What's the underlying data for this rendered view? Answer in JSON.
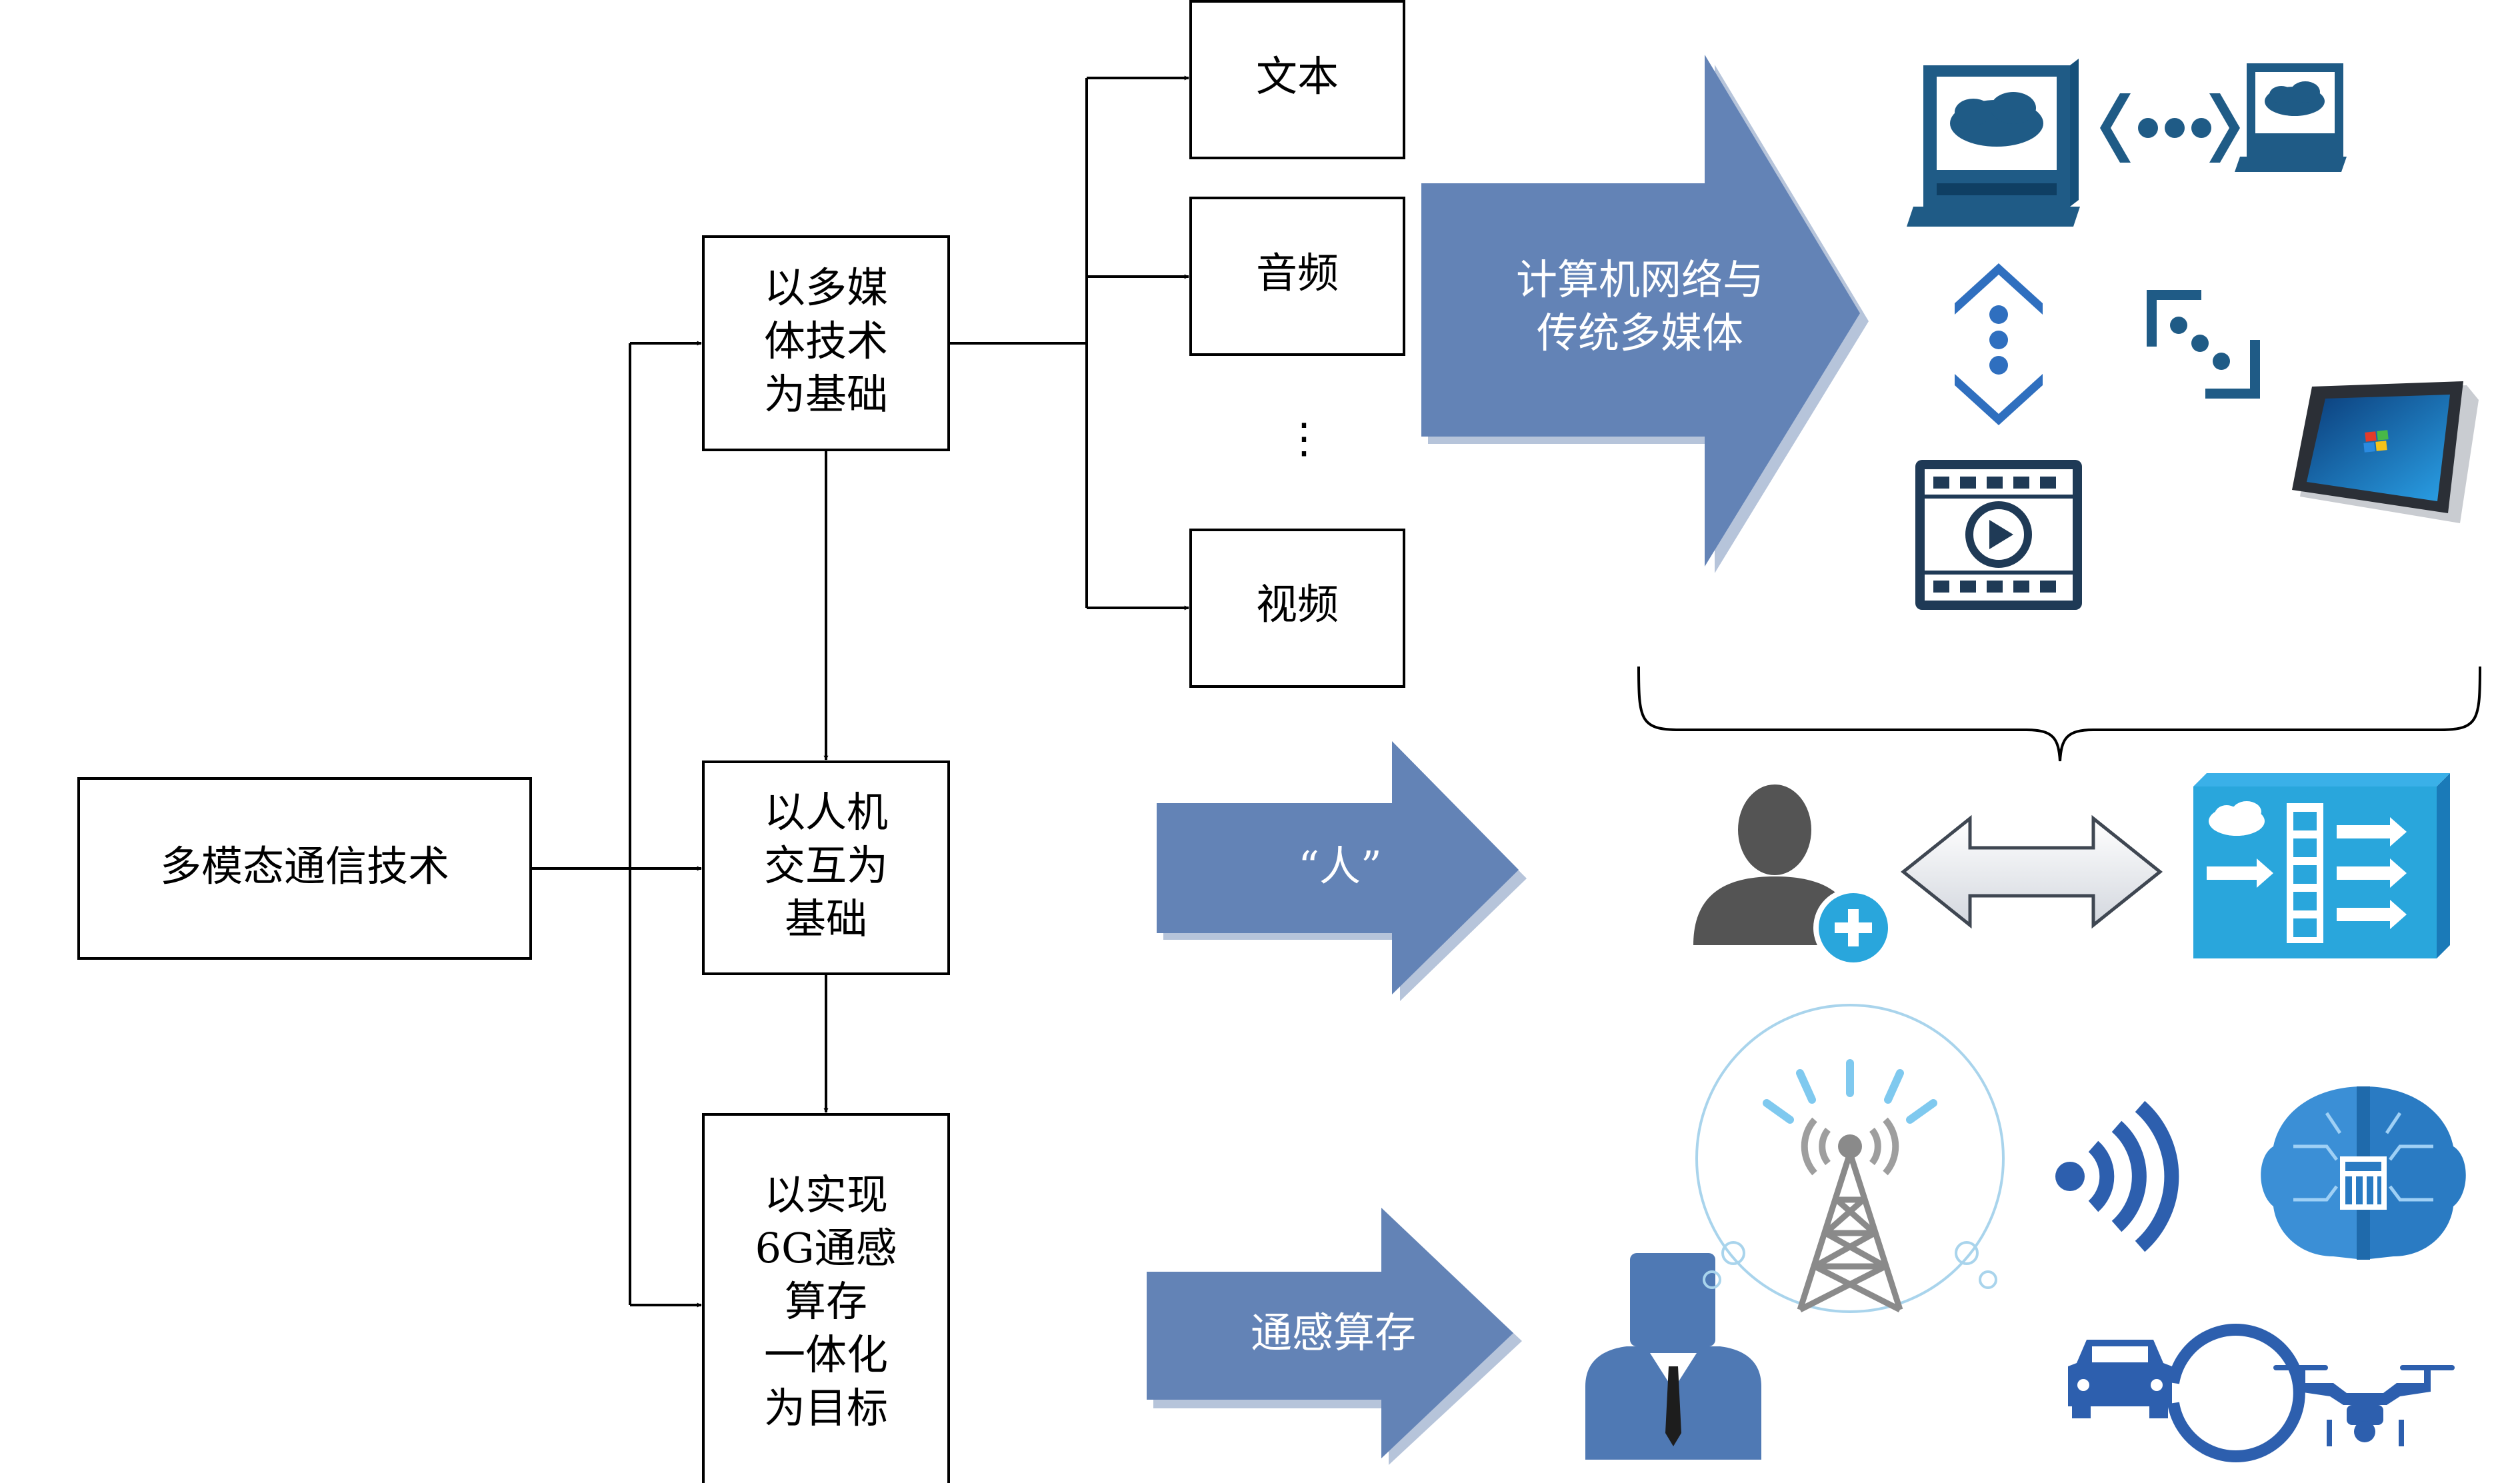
{
  "root": {
    "label": "多模态通信技术"
  },
  "branches": [
    {
      "lines": [
        "以多媒",
        "体技术",
        "为基础"
      ]
    },
    {
      "lines": [
        "以人机",
        "交互为",
        "基础"
      ]
    },
    {
      "lines": [
        "以实现",
        "6G通感",
        "算存",
        "一体化",
        "为目标"
      ]
    }
  ],
  "media": {
    "items": [
      "文本",
      "音频",
      "视频"
    ],
    "ellipsis": "⋮"
  },
  "arrows": [
    {
      "lines": [
        "计算机网络与",
        "传统多媒体"
      ]
    },
    {
      "lines": [
        "“人”"
      ]
    },
    {
      "lines": [
        "通感算存"
      ]
    }
  ],
  "icons": {
    "row1": [
      "desktop-computer-icon",
      "small-computer-icon",
      "bidirectional-dots-icon",
      "video-player-icon",
      "tablet-icon"
    ],
    "row2": [
      "user-add-icon",
      "double-arrow-icon",
      "multimedia-switch-icon"
    ],
    "row3": [
      "person-icon",
      "cell-tower-icon",
      "wireless-signal-icon",
      "ai-brain-icon",
      "vehicle-icon",
      "drone-icon"
    ]
  },
  "colors": {
    "arrow_fill": "#6383b6",
    "icon_navy": "#1f5b86",
    "icon_blue": "#2f6fbf",
    "icon_cyan": "#29a6dc"
  }
}
